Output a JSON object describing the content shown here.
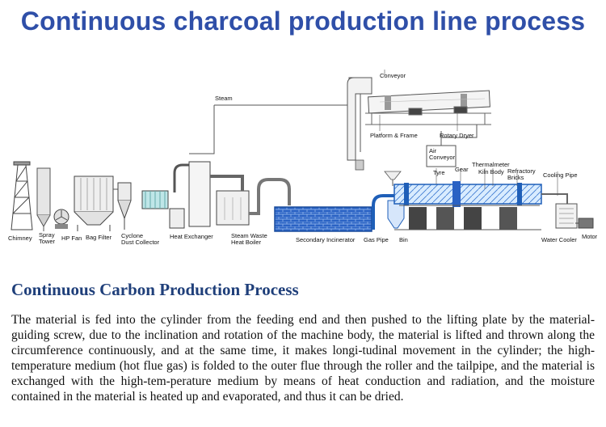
{
  "title": "Continuous charcoal production line process",
  "colors": {
    "title": "#2f4fa8",
    "heading": "#1f3f7a",
    "equipment_blue": "#1f5fb8",
    "outline": "#555555",
    "frame_gray": "#bdbdbd"
  },
  "diagram": {
    "labels": {
      "conveyor": "Conveyor",
      "steam": "Steam",
      "platform": "Platform & Frame",
      "rotary_dryer": "Rotary Dryer",
      "air_conveyor": "Air\nConveyor",
      "thermalmeter": "Thermalmeter",
      "tyre": "Tyre",
      "gear": "Gear",
      "kiln_body": "Kiln Body",
      "refractory_bricks": "Refractory\nBricks",
      "cooling_pipe": "Cooling Pipe",
      "chimney": "Chimney",
      "spray_tower": "Spray\nTower",
      "hp_fan": "HP Fan",
      "bag_filter": "Bag Filter",
      "cyclone": "Cyclone\nDust Collector",
      "heat_exchanger": "Heat Exchanger",
      "steam_boiler": "Steam Waste\nHeat Boiler",
      "secondary_incinerator": "Secondary Incinerator",
      "gas_pipe": "Gas Pipe",
      "bin": "Bin",
      "water_cooler": "Water Cooler",
      "motor": "Motor"
    },
    "icons": {
      "chimney": "lattice-tower",
      "spray_tower": "cylinder-tower",
      "hp_fan": "fan",
      "bag_filter": "filter-housing",
      "cyclone": "cyclone",
      "heat_exchanger": "tube-bank",
      "steam_boiler": "boiler-drum",
      "secondary_incinerator": "brick-chamber",
      "rotary_kiln": "rotary-drum",
      "rotary_dryer": "rotary-drum",
      "water_cooler": "cooling-tank",
      "motor": "motor"
    }
  },
  "section": {
    "heading": "Continuous Carbon Production Process",
    "body": "The material is fed into the cylinder from the feeding end and then pushed to the lifting plate by the material-guiding screw, due to the inclination and rotation of the machine body, the material is lifted and thrown along the circumference continuously, and at the same time, it makes longi-tudinal movement in the cylinder; the high-temperature medium (hot flue gas) is folded to the outer flue through the roller and the tailpipe, and the material is exchanged with the high-tem-perature medium by means of heat conduction and radiation, and the moisture contained in the material is heated up and evaporated, and thus it can be dried."
  }
}
